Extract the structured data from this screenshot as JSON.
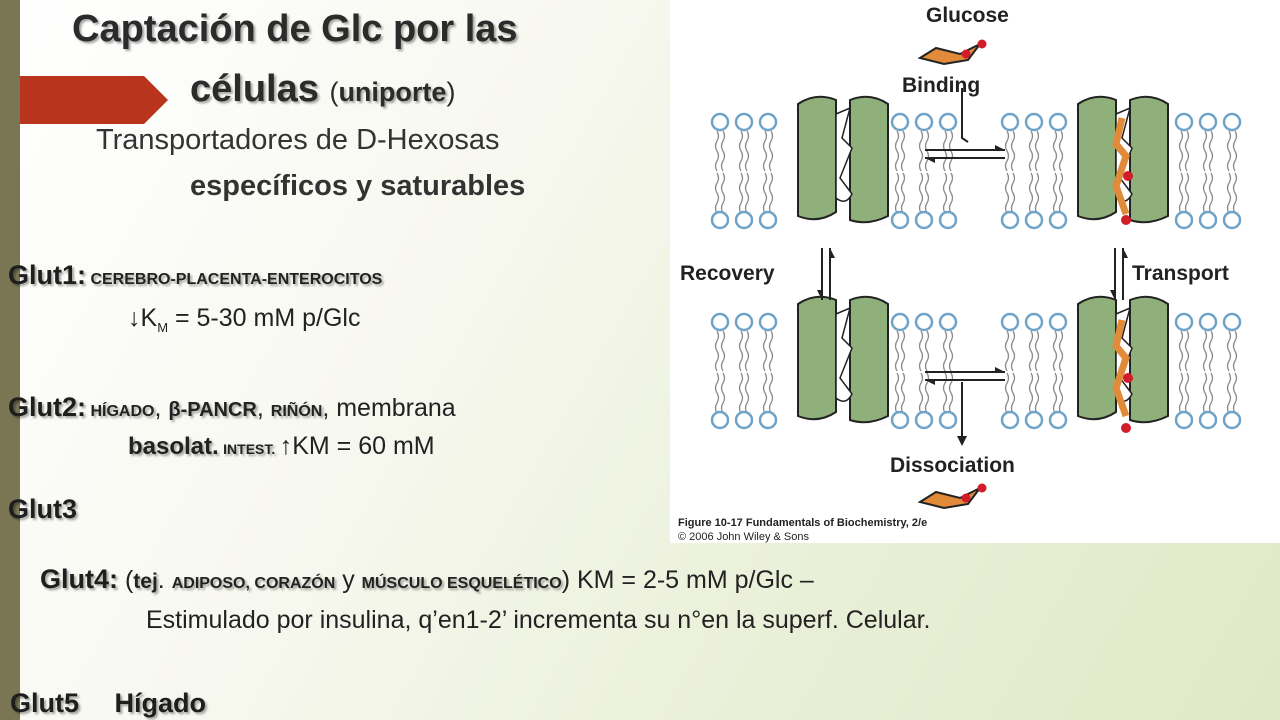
{
  "title": {
    "line1": "Captación de Glc por las",
    "line2_word": "células",
    "open_paren": "(",
    "uniporte": "uniporte",
    "close_paren": ")"
  },
  "subtitle": {
    "line1": "Transportadores de D-Hexosas",
    "line2": "específicos y saturables"
  },
  "glut1": {
    "label": "Glut1:",
    "tissues": "CEREBRO-PLACENTA-ENTEROCITOS",
    "arrow": "↓",
    "k": "K",
    "k_sub": "M",
    "km": " = 5-30 mM p/Glc"
  },
  "glut2": {
    "label": "Glut2:",
    "t1": "HÍGADO",
    "sep1": ", ",
    "t2": "β-PANCR",
    "sep2": ", ",
    "t3": "RIÑÓN",
    "rest1": ", membrana",
    "basolat": "basolat.",
    "intest": "INTEST.",
    "km": "↑KM = 60 mM"
  },
  "glut3": {
    "label": "Glut3"
  },
  "glut4": {
    "label": "Glut4:",
    "open": " (",
    "tej": "tej",
    "dot": ". ",
    "t1": "ADIPOSO, CORAZÓN",
    "y": " y ",
    "t2": "MÚSCULO ESQUELÉTICO",
    "km": ") KM = 2-5 mM p/Glc –",
    "line2": "Estimulado por insulina, q’en1-2’ incrementa su n°en la superf. Celular."
  },
  "glut5": {
    "label": "Glut5",
    "tissue": "Hígado"
  },
  "figure": {
    "glucose_top": "Glucose",
    "binding": "Binding",
    "recovery": "Recovery",
    "transport": "Transport",
    "dissociation": "Dissociation",
    "caption1": "Figure 10-17  Fundamentals of Biochemistry, 2/e",
    "caption2": "© 2006 John Wiley & Sons"
  },
  "colors": {
    "protein_green": "#8fb07a",
    "glucose_orange": "#e08a3a",
    "glucose_red": "#d11c2a",
    "lipid_blue": "#6fa3c8",
    "tab_red": "#b8341c",
    "band": "#7a7654"
  }
}
